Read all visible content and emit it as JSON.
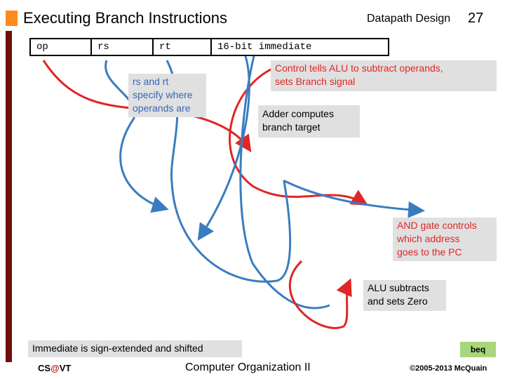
{
  "header": {
    "title": "Executing Branch Instructions",
    "section": "Datapath Design",
    "page_number": "27"
  },
  "instruction_format": {
    "fields": [
      "op",
      "rs",
      "rt",
      "16-bit immediate"
    ]
  },
  "annotations": {
    "rs_rt": "rs and rt\nspecify where\noperands are",
    "control": "Control tells ALU to subtract operands,\nsets Branch signal",
    "adder": "Adder computes\nbranch target",
    "and_gate": "AND gate controls\nwhich address\ngoes to the PC",
    "alu": "ALU subtracts\nand sets Zero",
    "immediate": "Immediate is sign-extended and shifted",
    "beq": "beq"
  },
  "footer": {
    "left_prefix": "CS",
    "left_at": "@",
    "left_suffix": "VT",
    "center": "Computer Organization II",
    "right": "©2005-2013 McQuain"
  },
  "colors": {
    "accent_orange": "#ff8a1c",
    "left_bar": "#6e0f0f",
    "red_arrow": "#e02626",
    "blue_arrow": "#3a7dbf",
    "note_bg": "#e0e0e0",
    "beq_bg": "#a8d67a"
  }
}
